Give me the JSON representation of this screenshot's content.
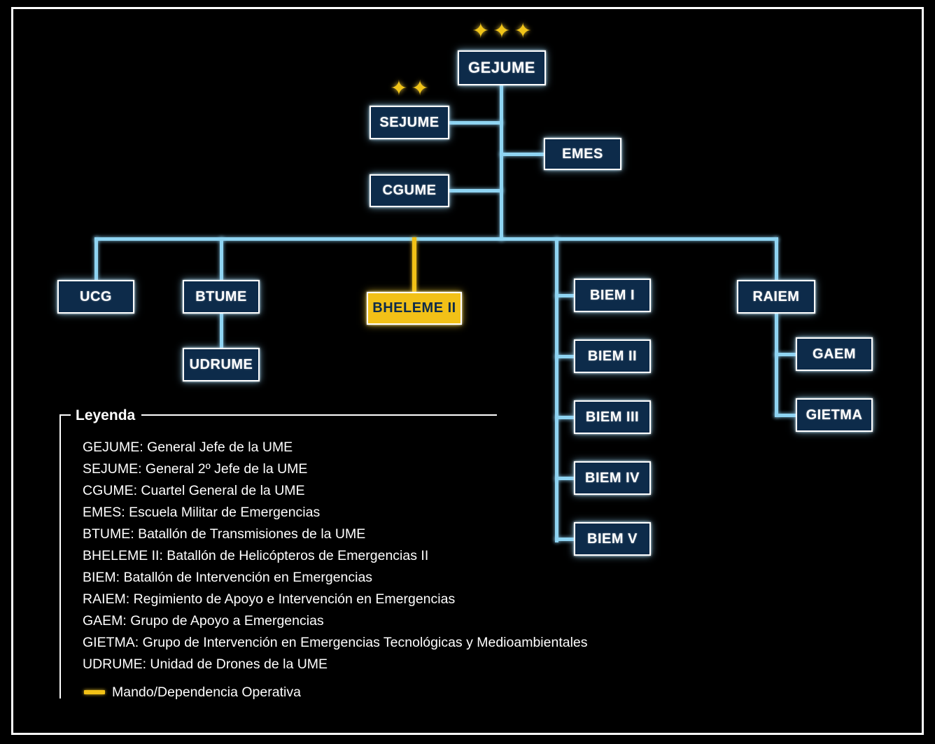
{
  "colors": {
    "background": "#000000",
    "box_fill": "#0d2b4a",
    "box_border": "#ffffff",
    "connector_blue": "#8fd4f2",
    "highlight_gold": "#f2c117",
    "star_gold": "#f0c419",
    "text": "#ffffff"
  },
  "glyphs": {
    "star": "✦"
  },
  "nodes": {
    "gejume": {
      "label": "GEJUME",
      "stars": 3
    },
    "sejume": {
      "label": "SEJUME",
      "stars": 2
    },
    "emes": {
      "label": "EMES"
    },
    "cgume": {
      "label": "CGUME"
    },
    "ucg": {
      "label": "UCG"
    },
    "btume": {
      "label": "BTUME"
    },
    "udrume": {
      "label": "UDRUME"
    },
    "bheleme": {
      "label": "BHELEME II"
    },
    "biem1": {
      "label": "BIEM I"
    },
    "biem2": {
      "label": "BIEM II"
    },
    "biem3": {
      "label": "BIEM III"
    },
    "biem4": {
      "label": "BIEM IV"
    },
    "biem5": {
      "label": "BIEM V"
    },
    "raiem": {
      "label": "RAIEM"
    },
    "gaem": {
      "label": "GAEM"
    },
    "gietma": {
      "label": "GIETMA"
    }
  },
  "legend": {
    "title": "Leyenda",
    "items": [
      "GEJUME: General Jefe de la UME",
      "SEJUME: General 2º Jefe de la UME",
      "CGUME: Cuartel General de la UME",
      "EMES: Escuela Militar de Emergencias",
      "BTUME: Batallón de Transmisiones de la UME",
      "BHELEME II: Batallón de Helicópteros de Emergencias II",
      "BIEM: Batallón de Intervención en Emergencias",
      "RAIEM: Regimiento de Apoyo e Intervención en Emergencias",
      "GAEM: Grupo de Apoyo a Emergencias",
      "GIETMA: Grupo de Intervención en Emergencias Tecnológicas y Medioambientales",
      "UDRUME: Unidad de Drones de la UME"
    ],
    "operational_label": "Mando/Dependencia Operativa"
  }
}
